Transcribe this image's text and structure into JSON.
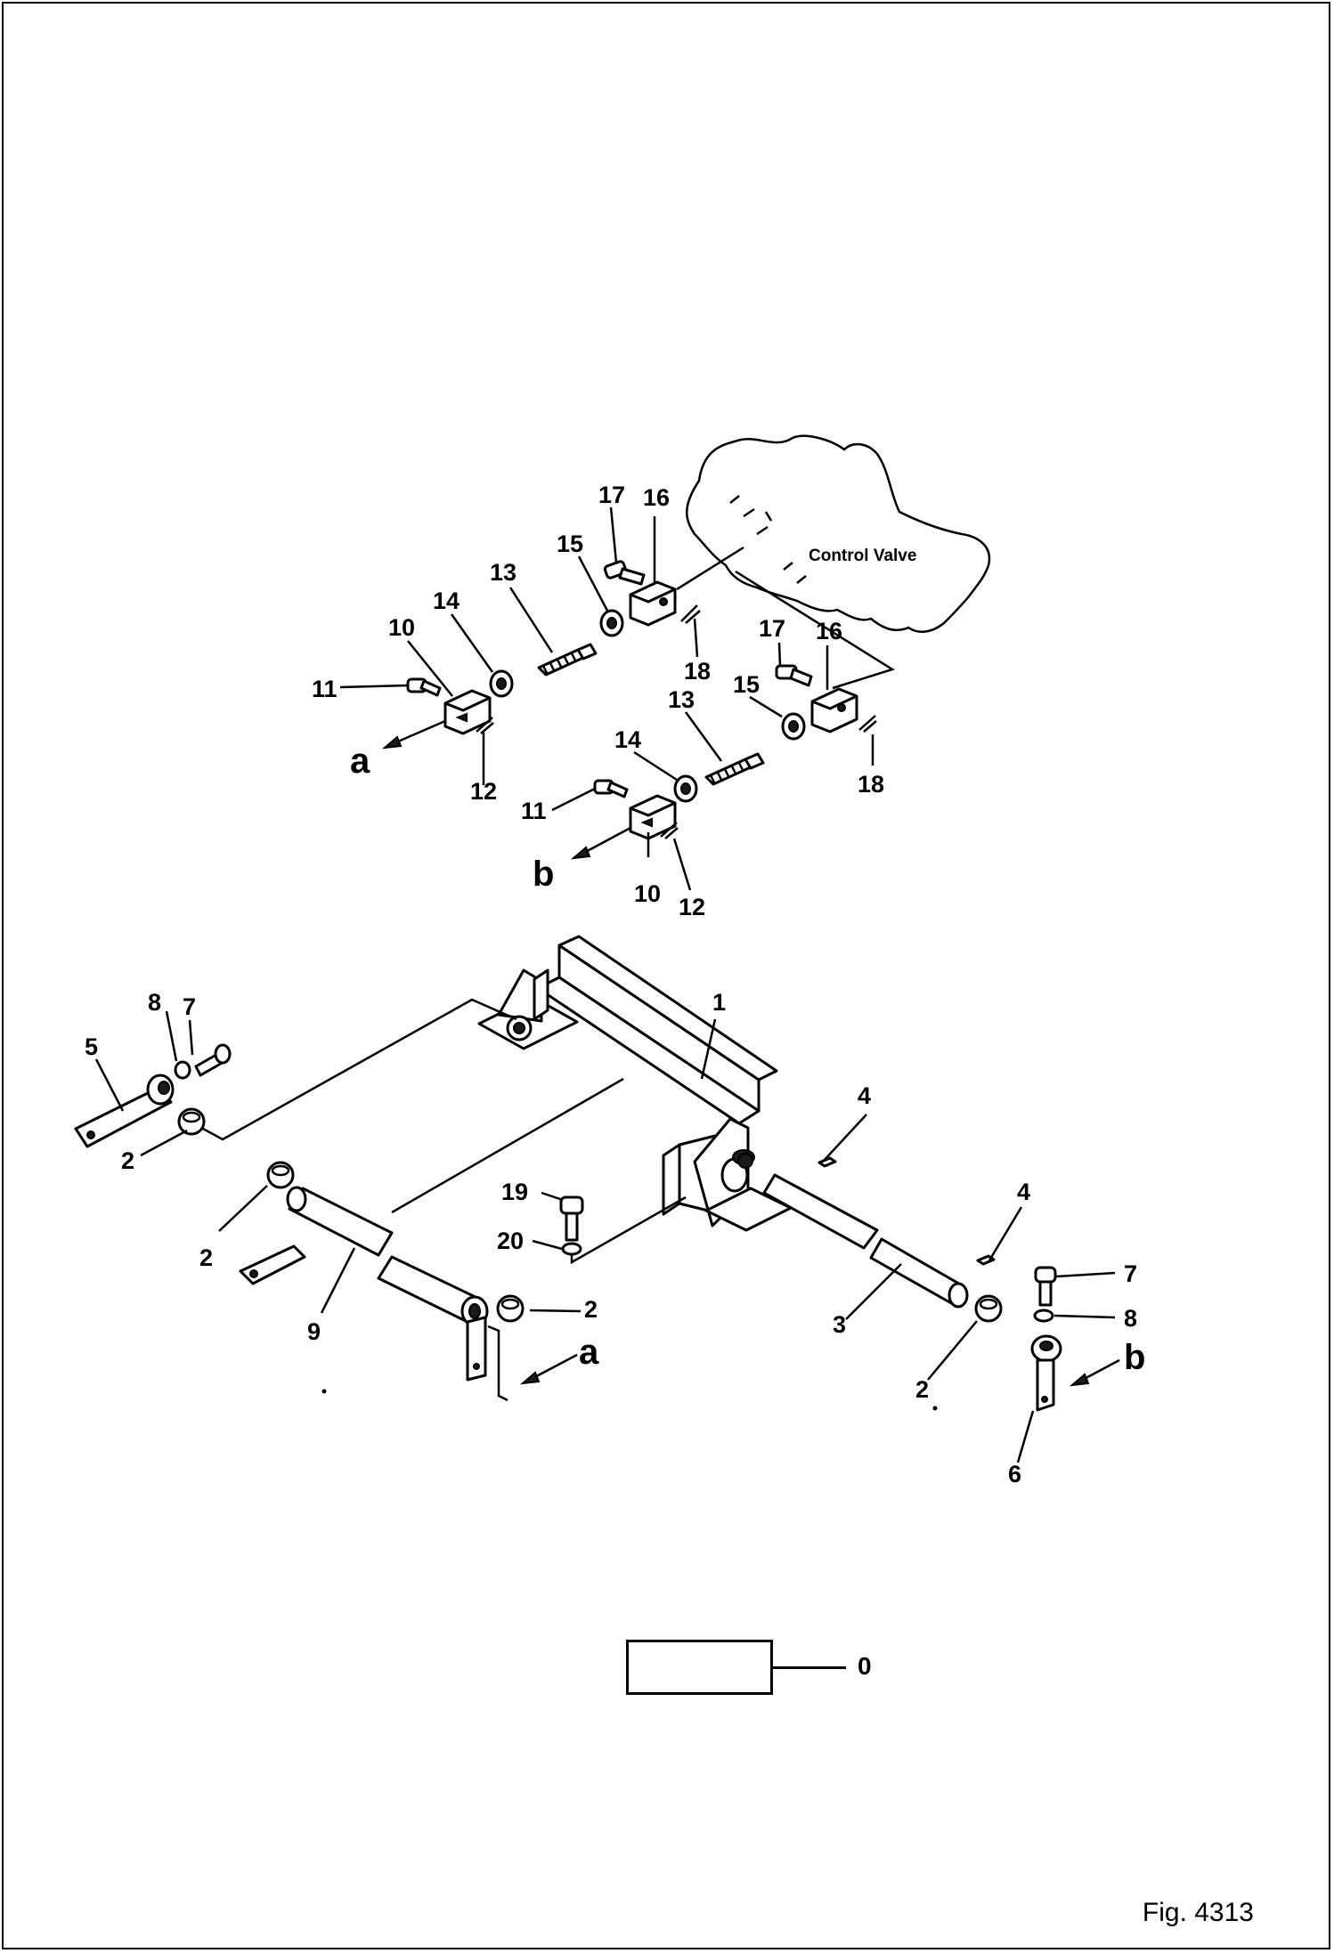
{
  "figure_label": "Fig. 4313",
  "component_label": "Control Valve",
  "legend": {
    "number": "0"
  },
  "callouts": {
    "c1": "1",
    "c2a": "2",
    "c2b": "2",
    "c2c": "2",
    "c2d": "2",
    "c3": "3",
    "c4a": "4",
    "c4b": "4",
    "c5": "5",
    "c6": "6",
    "c7a": "7",
    "c7b": "7",
    "c8a": "8",
    "c8b": "8",
    "c9": "9",
    "c10a": "10",
    "c10b": "10",
    "c11a": "11",
    "c11b": "11",
    "c12a": "12",
    "c12b": "12",
    "c13a": "13",
    "c13b": "13",
    "c14a": "14",
    "c14b": "14",
    "c15a": "15",
    "c15b": "15",
    "c16a": "16",
    "c16b": "16",
    "c17a": "17",
    "c17b": "17",
    "c18a": "18",
    "c18b": "18",
    "c19": "19",
    "c20": "20"
  },
  "refs": {
    "a1": "a",
    "a2": "a",
    "b1": "b",
    "b2": "b"
  }
}
